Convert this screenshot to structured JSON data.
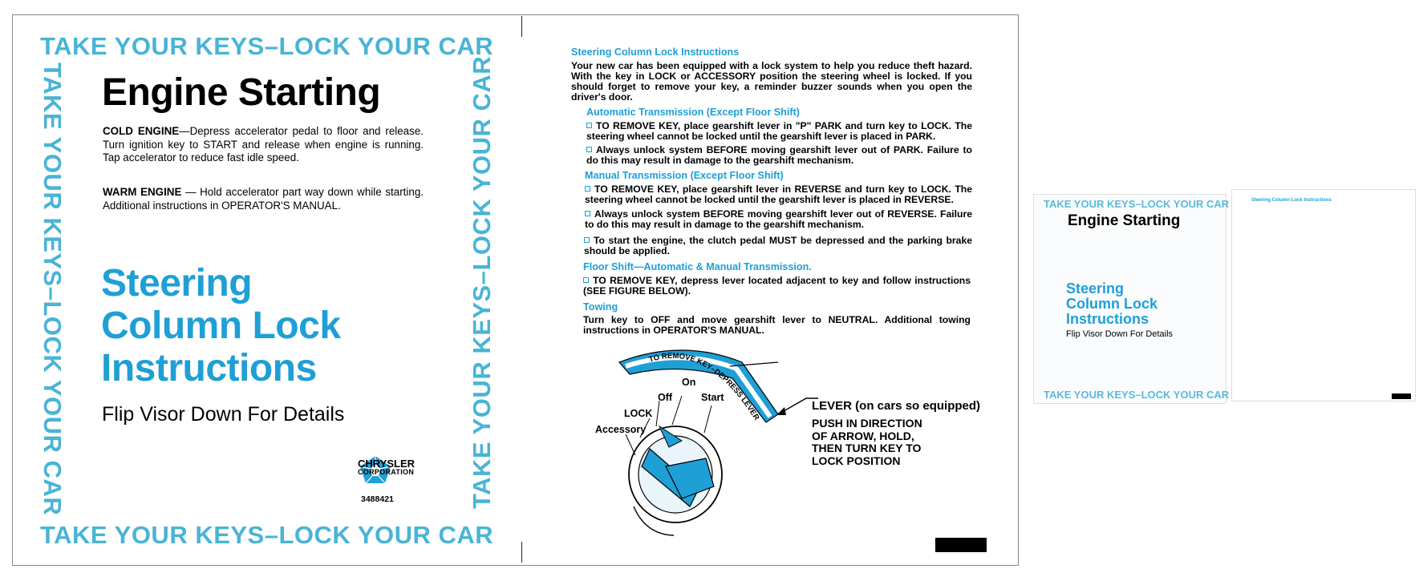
{
  "border_text": "TAKE YOUR KEYS–LOCK YOUR CAR",
  "left": {
    "engine_title": "Engine Starting",
    "cold_label": "COLD ENGINE",
    "cold_text": "—Depress accelerator pedal to floor and release. Turn ignition key to START and release when engine is running. Tap accelerator to reduce fast idle speed.",
    "warm_label": "WARM ENGINE",
    "warm_text": " — Hold accelerator part way down while starting. Additional instructions in OPERATOR'S MANUAL.",
    "steer_line1": "Steering",
    "steer_line2": "Column Lock",
    "steer_line3": "Instructions",
    "flip": "Flip Visor Down For Details",
    "logo_line1": "CHRYSLER",
    "logo_line2": "CORPORATION",
    "part_number": "3488421"
  },
  "right": {
    "heading": "Steering Column Lock Instructions",
    "intro": "Your new car has been equipped with a lock system to help you reduce theft hazard. With the key in LOCK or ACCESSORY position the steering wheel is locked. If you should forget to remove your key, a reminder buzzer sounds when you open the driver's door.",
    "auto_heading": "Automatic Transmission (Except Floor Shift)",
    "auto_1": "TO REMOVE KEY, place gearshift lever in \"P\" PARK and turn key to LOCK. The steering wheel cannot be locked until the gearshift lever is placed in PARK.",
    "auto_2": "Always unlock system BEFORE moving gearshift lever out of PARK. Failure to do this may result in damage to the gearshift mechanism.",
    "manual_heading": "Manual Transmission (Except Floor Shift)",
    "manual_1": "TO REMOVE KEY, place gearshift lever in REVERSE and turn key to LOCK. The steering wheel cannot be locked until the gearshift lever is placed in REVERSE.",
    "manual_2": "Always unlock system BEFORE moving gearshift lever out of REVERSE. Failure to do this may result in damage to the gearshift mechanism.",
    "manual_3": "To start the engine, the clutch pedal MUST be depressed and the parking brake should be applied.",
    "floor_heading": "Floor Shift—Automatic & Manual Transmission.",
    "floor_1": "TO REMOVE KEY, depress lever located adjacent to key and follow instructions (SEE FIGURE BELOW).",
    "towing_heading": "Towing",
    "towing_text": "Turn key to OFF and move gearshift lever to NEUTRAL. Additional towing instructions in OPERATOR'S MANUAL.",
    "fig_arc": "TO REMOVE KEY–DEPRESS LEVER, TURN KEY",
    "fig_on": "On",
    "fig_off": "Off",
    "fig_start": "Start",
    "fig_lock": "LOCK",
    "fig_accessory": "Accessory",
    "fig_lever": "LEVER (on cars so equipped)",
    "fig_push_1": "PUSH IN DIRECTION",
    "fig_push_2": "OF ARROW, HOLD,",
    "fig_push_3": "THEN TURN KEY TO",
    "fig_push_4": "LOCK POSITION"
  },
  "colors": {
    "border_cyan": "#49b4d6",
    "title_blue": "#1e9fd6"
  }
}
